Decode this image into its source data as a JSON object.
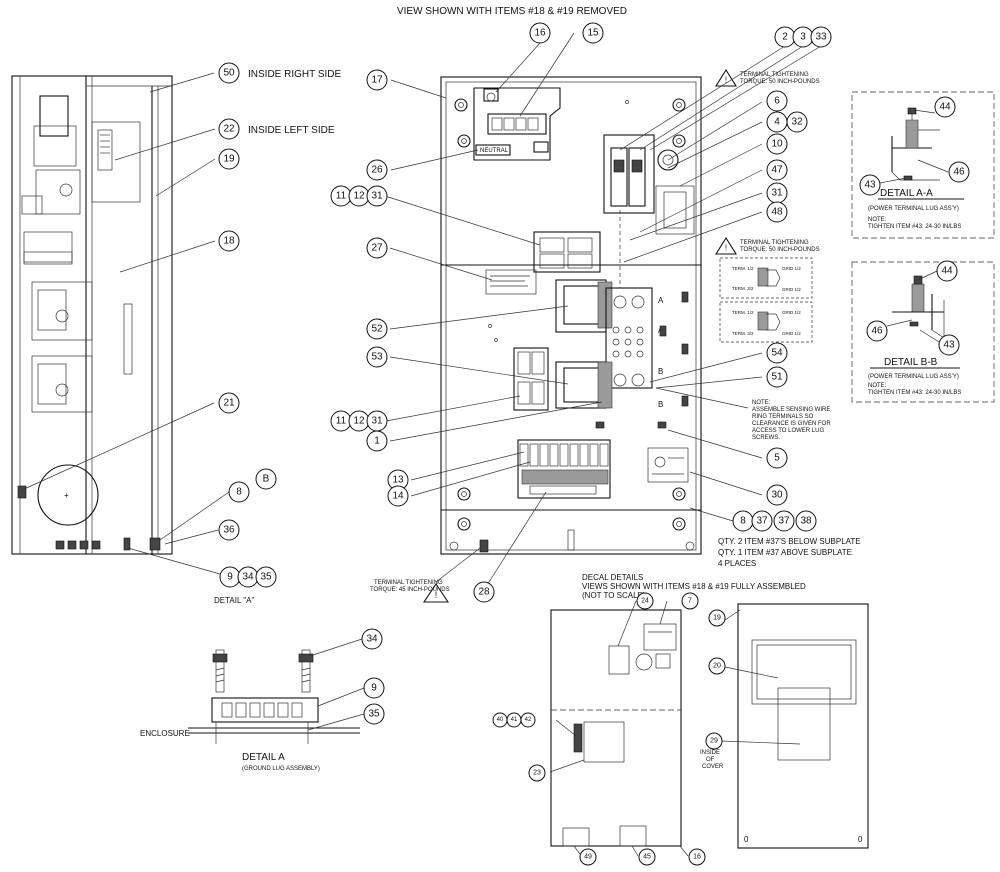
{
  "header": {
    "view_note": "VIEW SHOWN WITH ITEMS #18 & #19 REMOVED"
  },
  "side_labels": {
    "inside_right_side": "INSIDE RIGHT SIDE",
    "inside_left_side": "INSIDE LEFT SIDE",
    "detail_a_caption": "DETAIL \"A\""
  },
  "front_view": {
    "neutral_label": "NEUTRAL",
    "torque_note_top": [
      "TERMINAL TIGHTENING",
      "TORQUE: 50 INCH-POUNDS"
    ],
    "torque_note_mid": [
      "TERMINAL TIGHTENING",
      "TORQUE: 50 INCH-POUNDS"
    ],
    "torque_note_bottom": [
      "TERMINAL TIGHTENING",
      "TORQUE: 45 INCH-POUNDS"
    ],
    "sensing_note": [
      "NOTE:",
      "ASSEMBLE SENSING WIRE",
      "RING TERMINALS SO",
      "CLEARANCE IS GIVEN FOR",
      "ACCESS TO LOWER LUG",
      "SCREWS."
    ],
    "qty_note": [
      "QTY. 2 ITEM #37'S BELOW SUBPLATE",
      "QTY. 1 ITEM #37 ABOVE SUBPLATE",
      "4 PLACES"
    ],
    "section_letters": [
      "A",
      "A",
      "B",
      "B"
    ]
  },
  "detail_a_a": {
    "title": "DETAIL A-A",
    "subtitle": "(POWER TERMINAL LUG ASS'Y)",
    "note": [
      "NOTE:",
      "TIGHTEN ITEM #43: 24-30 IN/LBS"
    ]
  },
  "detail_b_b": {
    "title": "DETAIL B-B",
    "subtitle": "(POWER TERMINAL LUG ASS'Y)",
    "note": [
      "NOTE:",
      "TIGHTEN ITEM #43: 24-30 IN/LBS"
    ]
  },
  "detail_a": {
    "title": "DETAIL A",
    "subtitle": "(GROUND LUG ASSEMBLY)",
    "enclosure_label": "ENCLOSURE"
  },
  "decal_details": {
    "title": "DECAL DETAILS",
    "subtitle": "VIEWS SHOWN WITH ITEMS #18 & #19 FULLY ASSEMBLED",
    "scale_note": "(NOT TO SCALE)",
    "inside_cover": [
      "INSIDE",
      "OF",
      "COVER"
    ]
  },
  "balloons": {
    "b50": "50",
    "b22": "22",
    "b19": "19",
    "b18": "18",
    "b21": "21",
    "b8a": "8",
    "bB": "B",
    "b36": "36",
    "b9a": "9",
    "b34a": "34",
    "b35a": "35",
    "b16": "16",
    "b15": "15",
    "b2": "2",
    "b3": "3",
    "b33": "33",
    "b17": "17",
    "b26": "26",
    "b11a": "11",
    "b12a": "12",
    "b31a": "31",
    "b27": "27",
    "b52": "52",
    "b53": "53",
    "b11b": "11",
    "b12b": "12",
    "b31b": "31",
    "b1": "1",
    "b13": "13",
    "b14": "14",
    "b28": "28",
    "b6": "6",
    "b4": "4",
    "b32": "32",
    "b10": "10",
    "b47": "47",
    "b31c": "31",
    "b48": "48",
    "b54": "54",
    "b51": "51",
    "b5": "5",
    "b30": "30",
    "b8b": "8",
    "b37a": "37",
    "b37b": "37",
    "b38": "38",
    "b44a": "44",
    "b46a": "46",
    "b43a": "43",
    "b44b": "44",
    "b46b": "46",
    "b43b": "43",
    "b34b": "34",
    "b9b": "9",
    "b35b": "35",
    "b24": "24",
    "b7": "7",
    "b40": "40",
    "b41": "41",
    "b42": "42",
    "b23": "23",
    "b49": "49",
    "b45": "45",
    "b16b": "16",
    "b19b": "19",
    "b20": "20",
    "b29": "29",
    "cover_zero_left": "0",
    "cover_zero_right": "0"
  }
}
